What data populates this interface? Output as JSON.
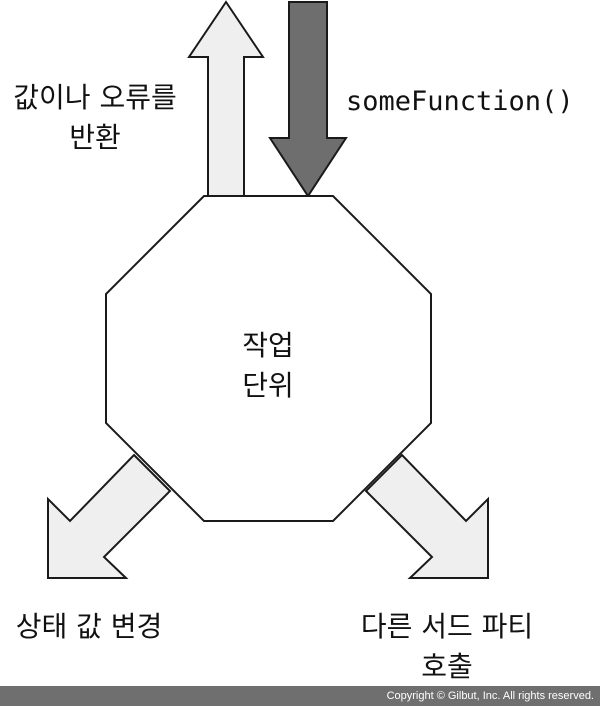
{
  "diagram": {
    "center_label": {
      "line1": "작업",
      "line2": "단위"
    },
    "arrows": {
      "return_value": {
        "label_line1": "값이나 오류를",
        "label_line2": "반환",
        "fill": "#efefef"
      },
      "call_function": {
        "label": "someFunction()",
        "fill": "#6e6e6e"
      },
      "change_state": {
        "label": "상태 값 변경",
        "fill": "#efefef"
      },
      "third_party_call": {
        "label_line1": "다른 서드 파티",
        "label_line2": "호출",
        "fill": "#efefef"
      }
    },
    "octagon_fill": "#ffffff",
    "stroke_color": "#1a1a1a"
  },
  "footer": {
    "copyright": "Copyright © Gilbut, Inc. All rights reserved.",
    "background": "#6f6f6f"
  }
}
